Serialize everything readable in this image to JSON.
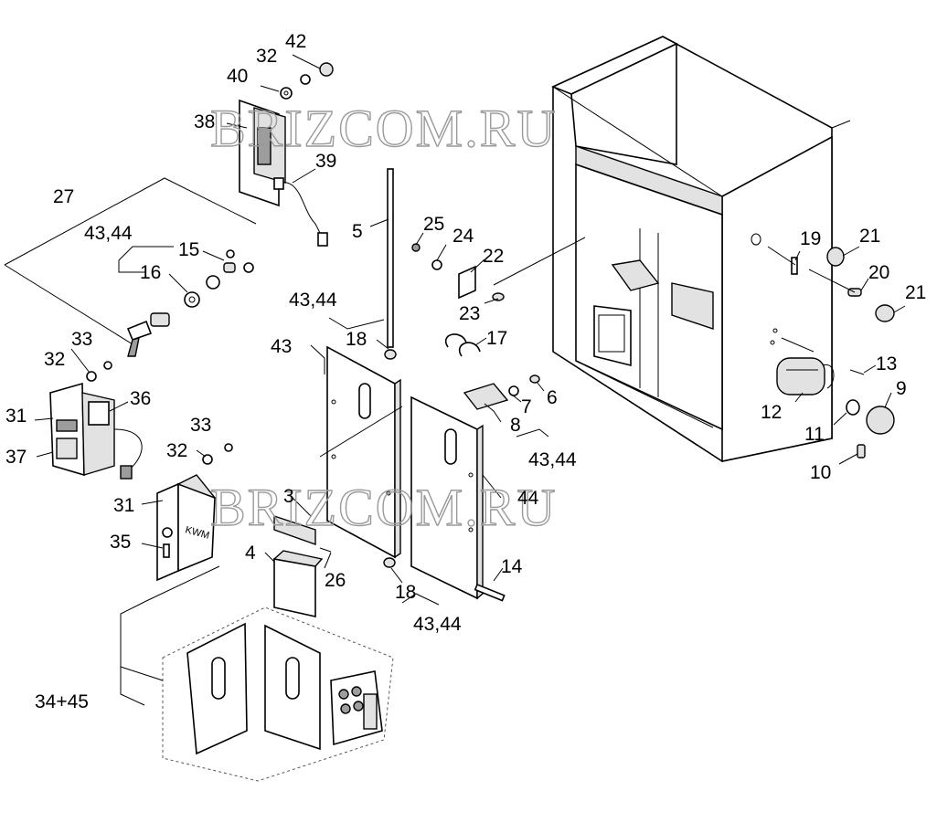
{
  "diagram": {
    "watermark_text": "BRIZCOM.RU",
    "labels": {
      "l42": "42",
      "l32a": "32",
      "l40": "40",
      "l38": "38",
      "l39": "39",
      "l27": "27",
      "l4344a": "43,44",
      "l15": "15",
      "l16": "16",
      "l33a": "33",
      "l32b": "32",
      "l31a": "31",
      "l36": "36",
      "l37": "37",
      "l33b": "33",
      "l32c": "32",
      "l31b": "31",
      "l35": "35",
      "l5": "5",
      "l25": "25",
      "l24": "24",
      "l22": "22",
      "l23": "23",
      "l17": "17",
      "l4344b": "43,44",
      "l18a": "18",
      "l43": "43",
      "l7": "7",
      "l6": "6",
      "l8": "8",
      "l4344c": "43,44",
      "l44": "44",
      "l3": "3",
      "l4": "4",
      "l26": "26",
      "l14": "14",
      "l18b": "18",
      "l4344d": "43,44",
      "l19": "19",
      "l21a": "21",
      "l20": "20",
      "l21b": "21",
      "l13": "13",
      "l12": "12",
      "l9": "9",
      "l11": "11",
      "l10": "10",
      "l3445": "34+45"
    },
    "keypad_text": "KWM"
  }
}
